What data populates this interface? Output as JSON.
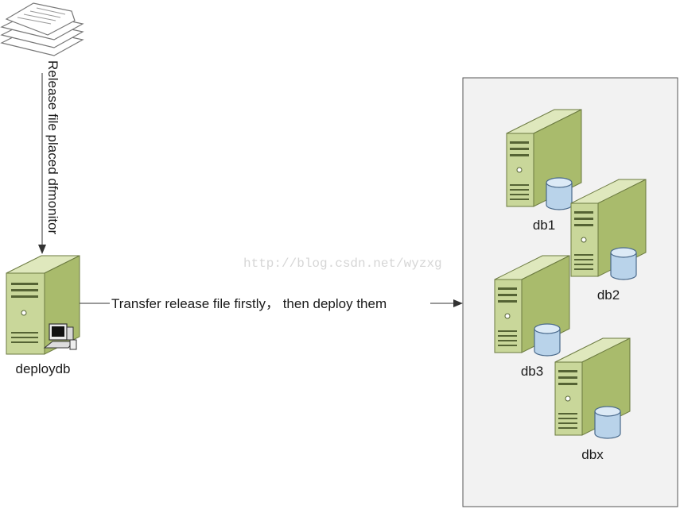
{
  "diagram": {
    "edges": {
      "release_to_deploydb": "Release file placed dfmonitor",
      "deploydb_to_cluster": "Transfer release file firstly，  then deploy them"
    },
    "nodes": {
      "deploydb": "deploydb",
      "db1": "db1",
      "db2": "db2",
      "db3": "db3",
      "dbx": "dbx"
    },
    "watermark": "http://blog.csdn.net/wyzxg"
  },
  "colors": {
    "server_body": "#c9d79a",
    "server_front": "#b3c47a",
    "server_dark": "#8fa25a",
    "server_outline": "#6b7a40",
    "cylinder": "#b9d3ea",
    "cylinder_outline": "#4a6a8c",
    "cluster_bg": "#f2f2f2",
    "cluster_border": "#555555"
  },
  "icons": {
    "release": "document-stack-icon",
    "server": "server-icon",
    "database": "database-cylinder-icon",
    "workstation": "computer-workstation-icon"
  }
}
